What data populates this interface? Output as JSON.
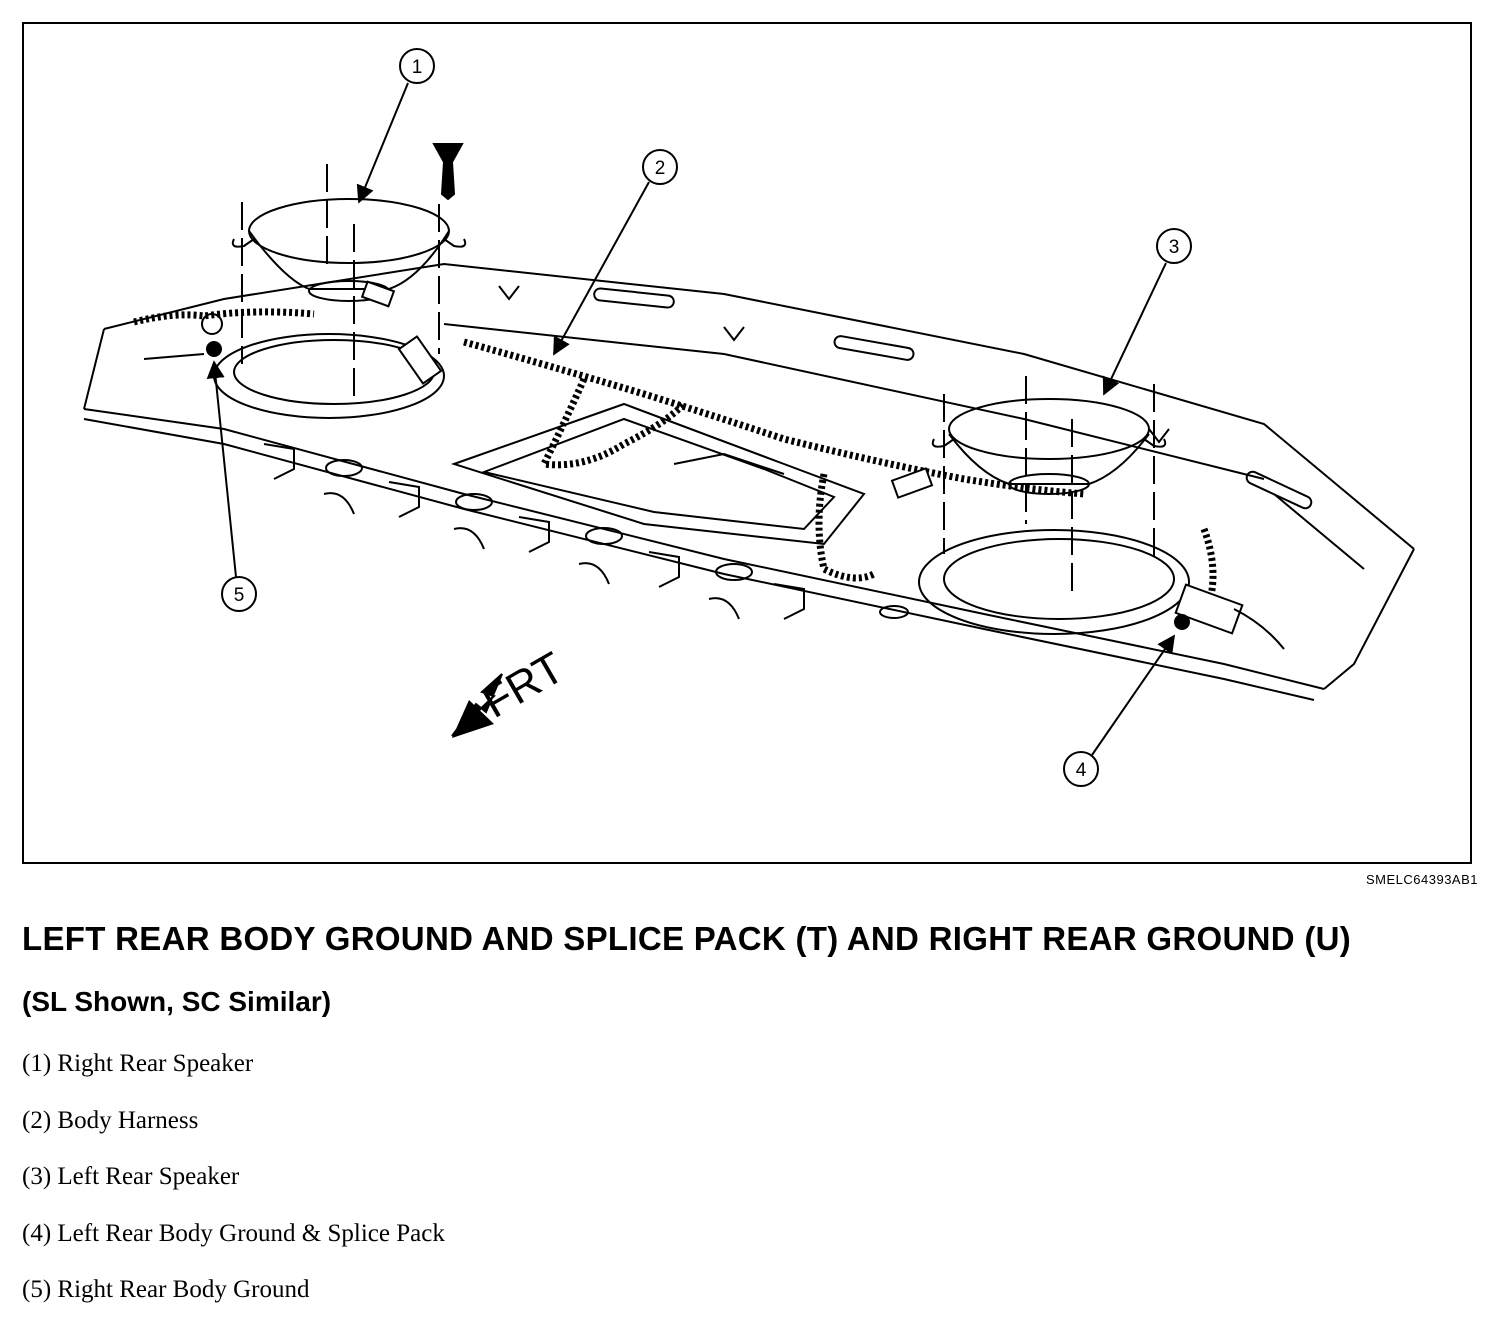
{
  "figure": {
    "figure_id": "SMELC64393AB1",
    "frt_label": "FRT",
    "callouts": [
      "1",
      "2",
      "3",
      "4",
      "5"
    ]
  },
  "caption": {
    "title": "LEFT REAR BODY GROUND AND SPLICE PACK (T) AND RIGHT REAR GROUND (U)",
    "subtitle": "(SL Shown, SC Similar)"
  },
  "legend": [
    "(1) Right Rear Speaker",
    "(2) Body Harness",
    "(3) Left Rear Speaker",
    "(4) Left Rear Body Ground & Splice Pack",
    "(5) Right Rear Body Ground"
  ]
}
